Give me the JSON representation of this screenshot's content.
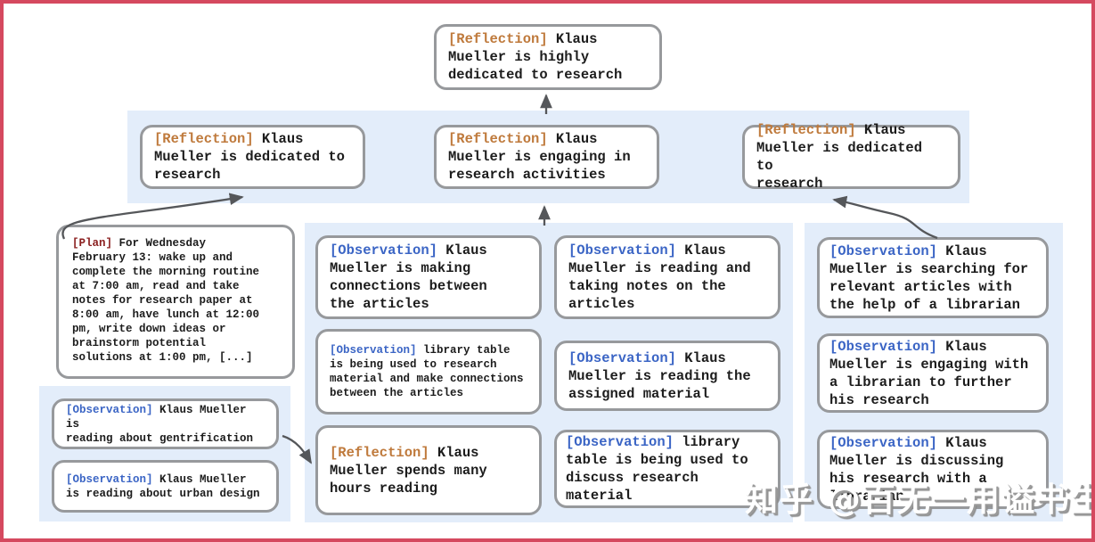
{
  "colors": {
    "frame_border": "#d5495f",
    "panel_blue": "#e3edfa",
    "box_border": "#97999c",
    "arrow": "#55575a",
    "tag_reflection": "#bf7a3c",
    "tag_observation": "#3b65c5",
    "tag_plan": "#8b2020",
    "text": "#1c1c1c"
  },
  "watermark": {
    "text": "知乎 @百无一用谥书生"
  },
  "nodes": {
    "top_reflection": {
      "tag": "[Reflection]",
      "text": " Klaus\nMueller is highly\ndedicated to research"
    },
    "row2_left_reflection": {
      "tag": "[Reflection]",
      "text": " Klaus\nMueller is dedicated to\nresearch"
    },
    "row2_mid_reflection": {
      "tag": "[Reflection]",
      "text": " Klaus\nMueller is engaging in\nresearch activities"
    },
    "row2_right_reflection": {
      "tag": "[Reflection]",
      "text": " Klaus\nMueller is dedicated to\nresearch"
    },
    "plan": {
      "tag": "[Plan]",
      "text": " For Wednesday\nFebruary 13: wake up and\ncomplete the morning routine\nat 7:00 am, read and take\nnotes for research paper at\n8:00 am, have lunch at 12:00\npm, write down ideas or\nbrainstorm potential\nsolutions at 1:00 pm, [...]"
    },
    "left_obs_gentrification": {
      "tag": "[Observation]",
      "text": " Klaus Mueller is\nreading about gentrification"
    },
    "left_obs_urban_design": {
      "tag": "[Observation]",
      "text": " Klaus Mueller\nis reading about urban design"
    },
    "mid_obs_connections": {
      "tag": "[Observation]",
      "text": " Klaus\nMueller is making\nconnections between\nthe articles"
    },
    "mid_obs_library_research": {
      "tag": "[Observation]",
      "text": " library table\nis being used to research\nmaterial and make connections\nbetween the articles"
    },
    "mid_reflection_hours_reading": {
      "tag": "[Reflection]",
      "text": " Klaus\nMueller spends many\nhours reading"
    },
    "mid_obs_taking_notes": {
      "tag": "[Observation]",
      "text": " Klaus\nMueller is reading and\ntaking notes on the\narticles"
    },
    "mid_obs_assigned_material": {
      "tag": "[Observation]",
      "text": " Klaus\nMueller is reading the\nassigned material"
    },
    "mid_obs_library_discuss": {
      "tag": "[Observation]",
      "text": " library\ntable is being used to\ndiscuss research material"
    },
    "right_obs_searching_articles": {
      "tag": "[Observation]",
      "text": " Klaus\nMueller is searching for\nrelevant articles with\nthe help of a librarian"
    },
    "right_obs_engaging_librarian": {
      "tag": "[Observation]",
      "text": " Klaus\nMueller is engaging with\na librarian to further\nhis research"
    },
    "right_obs_discussing_research": {
      "tag": "[Observation]",
      "text": " Klaus\nMueller is discussing\nhis research with a\nlibrarian"
    }
  }
}
